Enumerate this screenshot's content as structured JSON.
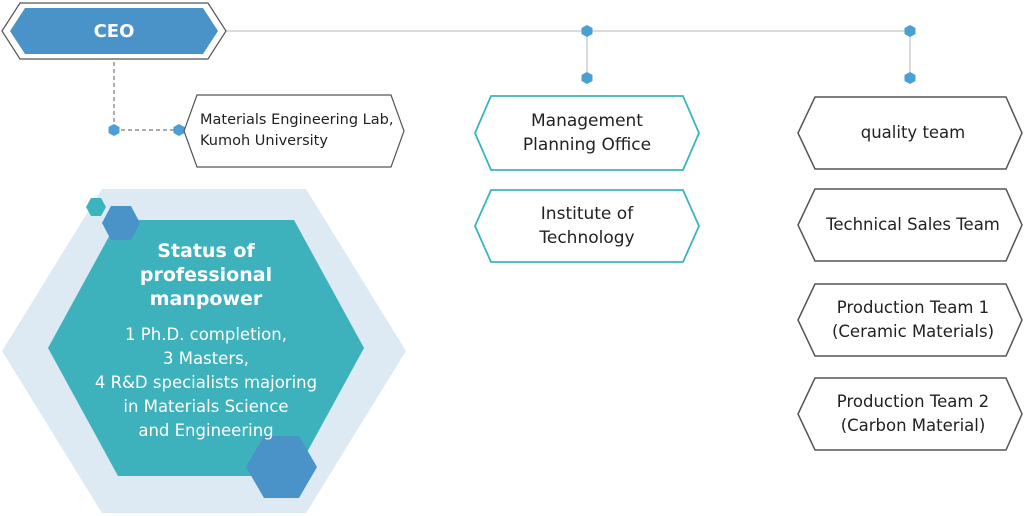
{
  "ceo": {
    "label": "CEO"
  },
  "lab": {
    "label": "Materials Engineering Lab,\nKumoh University"
  },
  "middle_column": [
    {
      "label": "Management\nPlanning Office"
    },
    {
      "label": "Institute of\nTechnology"
    }
  ],
  "right_column": [
    {
      "label": "quality team"
    },
    {
      "label": "Technical Sales Team"
    },
    {
      "label": "Production Team 1\n(Ceramic Materials)"
    },
    {
      "label": "Production Team 2\n(Carbon Material)"
    }
  ],
  "manpower": {
    "title": "Status of\nprofessional\nmanpower",
    "body": "1 Ph.D. completion,\n3 Masters,\n4 R&D specialists majoring\nin Materials Science\nand Engineering"
  },
  "colors": {
    "ceo_fill": "#4a93c8",
    "teal_border": "#3ab5be",
    "gray_border": "#555555",
    "connector": "#c7c7c7",
    "dot_blue": "#4aa0d5",
    "hex_teal": "#3db1bc",
    "hex_bg": "#ddeaf3",
    "hex_accent": "#4a93c8",
    "hex_small": "#3ab5be"
  }
}
